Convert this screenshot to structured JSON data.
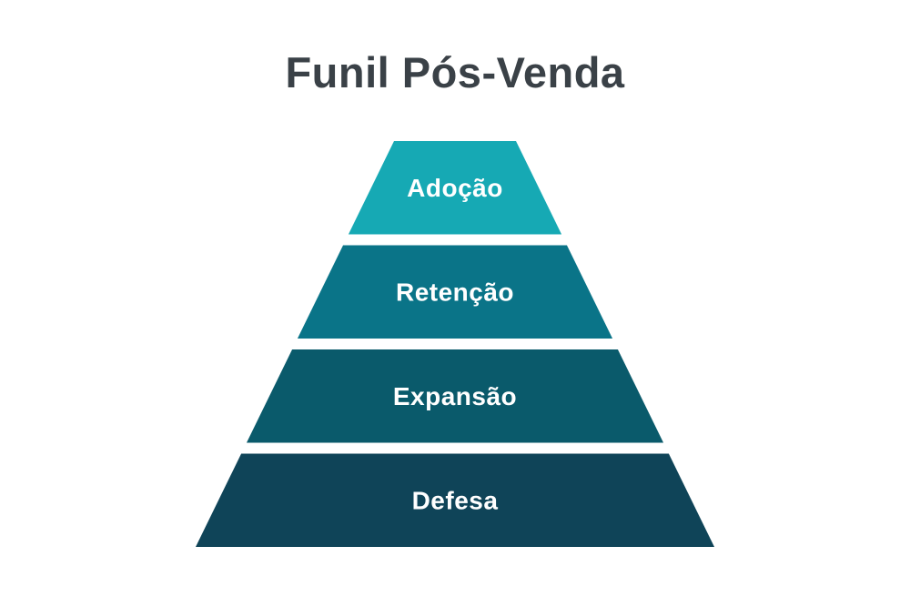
{
  "title": "Funil Pós-Venda",
  "colors": {
    "background": "#FFFFFF",
    "title_text": "#3A4147",
    "gap": "#FFFFFF"
  },
  "funnel": {
    "label_color": "#FFFFFF",
    "layers": [
      {
        "label": "Adoção",
        "color": "#16A9B4"
      },
      {
        "label": "Retenção",
        "color": "#0A7488"
      },
      {
        "label": "Expansão",
        "color": "#0A5A6B"
      },
      {
        "label": "Defesa",
        "color": "#0F4458"
      }
    ]
  }
}
